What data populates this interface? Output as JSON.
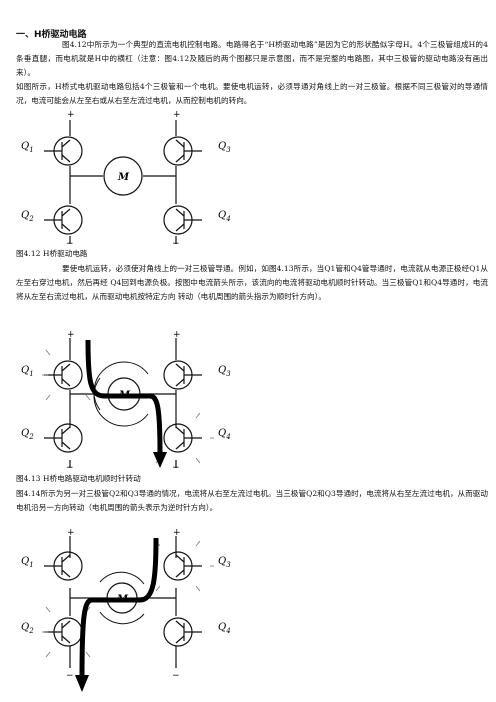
{
  "document": {
    "heading": "一、H桥驱动电路",
    "para1": "图4.12中所示为一个典型的直流电机控制电路。电路得名于“H桥驱动电路”是因为它的形状酷似字母H。4个三极管组成H的4条垂直腿，而电机就是H中的横杠（注意：图4.12及随后的两个图都只是示意图，而不是完整的电路图，其中三极管的驱动电路没有画出来）。",
    "para2": "如图所示，H桥式电机驱动电路包括4个三极管和一个电机。要使电机运转，必须导通对角线上的一对三极管。根据不同三极管对的导通情况，电流可能会从左至右或从右至左流过电机，从而控制电机的转向。",
    "caption1": "图4.12 H桥驱动电路",
    "para3": "要使电机运转，必须使对角线上的一对三极管导通。例如，如图4.13所示，当Q1管和Q4管导通时，电流就从电源正极经Q1从左至右穿过电机，然后再经 Q4回到电源负极。按图中电流箭头所示，该流向的电流将驱动电机顺时针转动。当三极管Q1和Q4导通时，电流将从左至右流过电机，从而驱动电机按特定方向 转动（电机周围的箭头指示为顺时针方向）。",
    "caption2": "图4.13 H桥电路驱动电机顺时针转动",
    "para4": "图4.14所示为另一对三极管Q2和Q3导通的情况，电流将从右至左流过电机。当三极管Q2和Q3导通时，电流将从右至左流过电机，从而驱动电机沿另一方向转动（电机周围的箭头表示为逆时针方向）。"
  },
  "figure": {
    "motor": "M",
    "plus": "+",
    "minus": "−",
    "q1": "Q",
    "q2": "Q",
    "q3": "Q",
    "q4": "Q",
    "s1": "1",
    "s2": "2",
    "s3": "3",
    "s4": "4"
  }
}
